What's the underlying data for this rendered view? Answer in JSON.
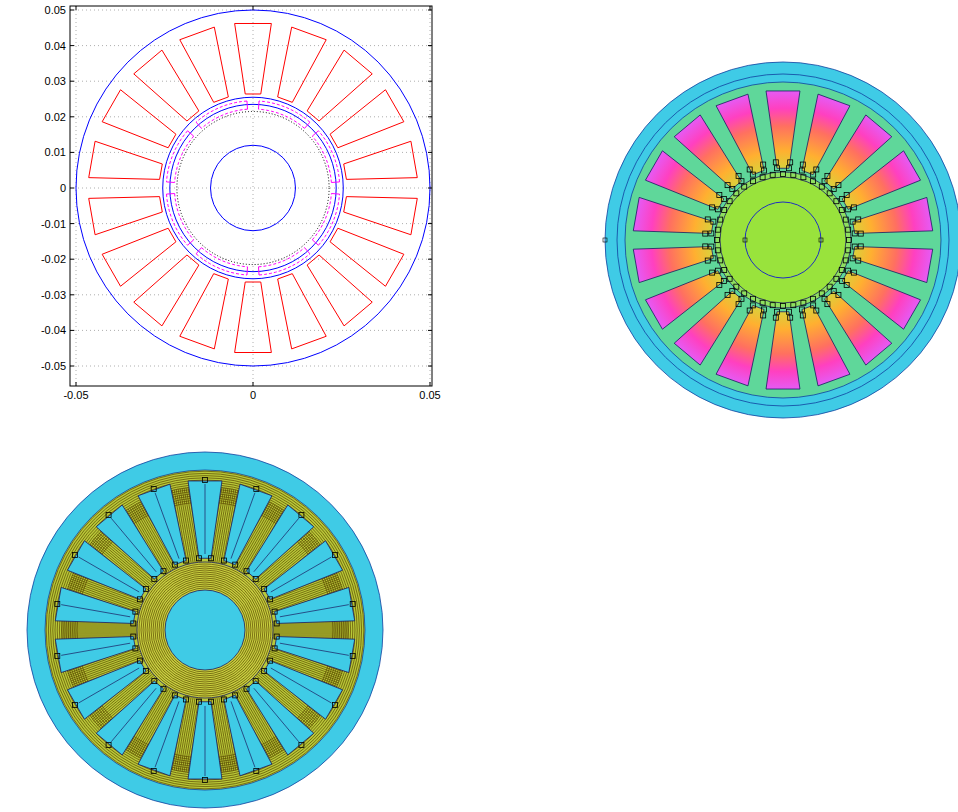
{
  "diagram": {
    "labels": [
      "0.05",
      "0.04",
      "0.03",
      "0.02",
      "0.01",
      "0",
      "-0.01",
      "-0.02",
      "-0.03",
      "-0.04",
      "-0.05",
      "-0.05",
      "0",
      "0.05"
    ]
  }
}
